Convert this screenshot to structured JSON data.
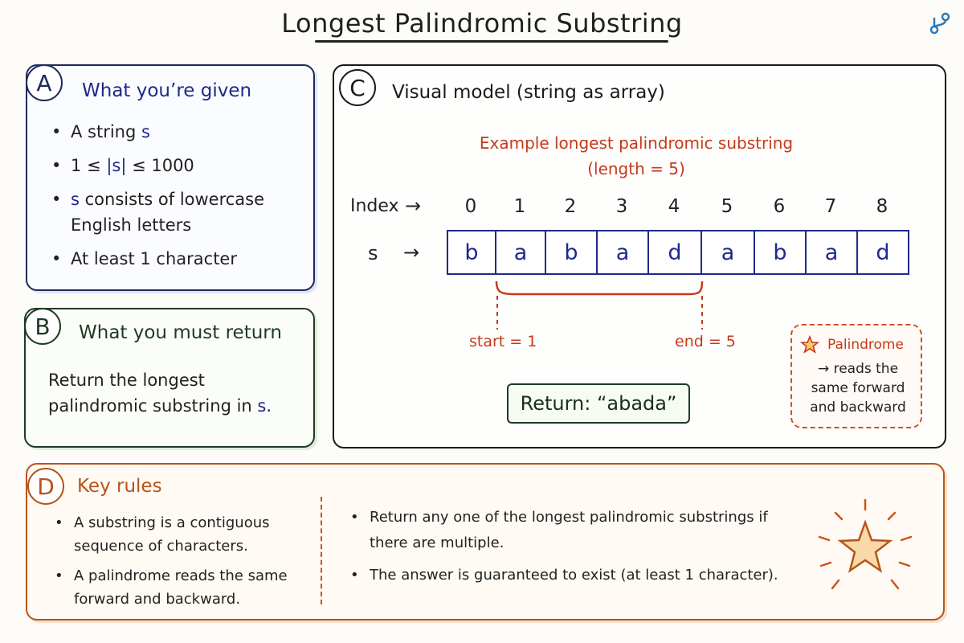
{
  "title": "Longest Palindromic Substring",
  "icon": "branch-icon",
  "colors": {
    "navy": "#1d2a8a",
    "green": "#1f3a24",
    "red": "#c43a1a",
    "orange": "#b85418"
  },
  "section_a": {
    "badge": "A",
    "heading": "What you’re given",
    "items": [
      {
        "prefix": "A string ",
        "var": "s",
        "suffix": ""
      },
      {
        "prefix": "1 ≤ ",
        "var": "|s|",
        "suffix": " ≤ 1000"
      },
      {
        "prefix": "",
        "var": "s",
        "suffix": " consists of lowercase English letters"
      },
      {
        "prefix": "At least 1 character",
        "var": "",
        "suffix": ""
      }
    ]
  },
  "section_b": {
    "badge": "B",
    "heading": "What you must return",
    "text_before": "Return the longest palindromic substring in ",
    "var": "s",
    "text_after": "."
  },
  "section_c": {
    "badge": "C",
    "heading": "Visual model (string as array)",
    "example_line1": "Example longest palindromic substring",
    "example_line2": "(length = 5)",
    "index_label": "Index",
    "s_label": "s",
    "arrow": "→",
    "indices": [
      "0",
      "1",
      "2",
      "3",
      "4",
      "5",
      "6",
      "7",
      "8"
    ],
    "chars": [
      "b",
      "a",
      "b",
      "a",
      "d",
      "a",
      "b",
      "a",
      "d"
    ],
    "start_label": "start = 1",
    "end_label": "end = 5",
    "return_text": "Return: “abada”",
    "note_title": "Palindrome",
    "note_line1": "→ reads the",
    "note_line2": "same forward",
    "note_line3": "and backward"
  },
  "section_d": {
    "badge": "D",
    "heading": "Key rules",
    "left_items": [
      "A substring is a contiguous sequence of characters.",
      "A palindrome reads the same forward and backward."
    ],
    "right_items": [
      "Return any one of the longest palindromic substrings if there are multiple.",
      "The answer is guaranteed to exist (at least 1 character)."
    ]
  }
}
